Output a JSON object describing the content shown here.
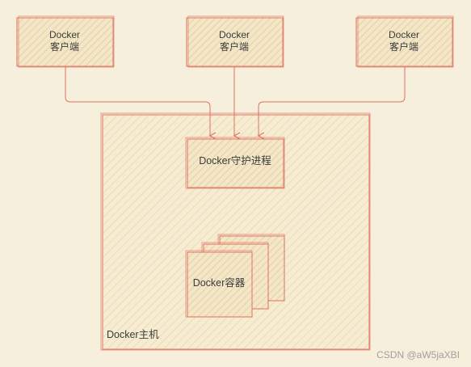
{
  "diagram": {
    "clients": [
      {
        "line1": "Docker",
        "line2": "客户端"
      },
      {
        "line1": "Docker",
        "line2": "客户端"
      },
      {
        "line1": "Docker",
        "line2": "客户端"
      }
    ],
    "daemon_label": "Docker守护进程",
    "container_label": "Docker容器",
    "host_label": "Docker主机"
  },
  "watermark": "CSDN @aW5jaXBI",
  "colors": {
    "background": "#f5efdc",
    "stroke": "#e07060",
    "hatch": "#e5cfa6",
    "text": "#3b3b3b"
  }
}
